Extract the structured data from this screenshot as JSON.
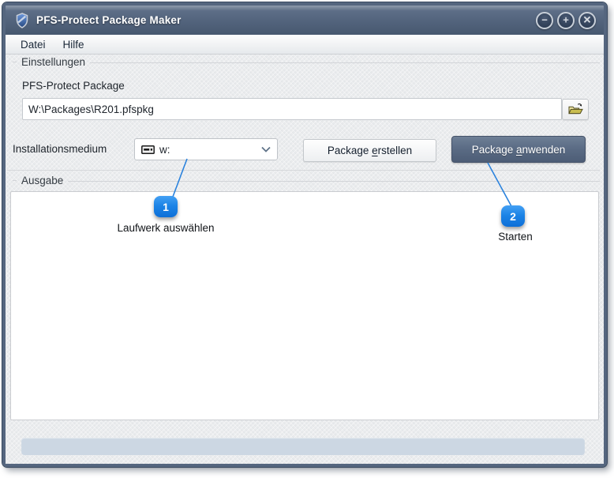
{
  "window": {
    "title": "PFS-Protect Package Maker",
    "controls": {
      "minimize": "−",
      "maximize": "+",
      "close": "✕"
    }
  },
  "menu": {
    "items": [
      {
        "label": "Datei"
      },
      {
        "label": "Hilfe"
      }
    ]
  },
  "settings": {
    "legend": "Einstellungen",
    "package_label": "PFS-Protect Package",
    "package_path": "W:\\Packages\\R201.pfspkg",
    "medium_label": "Installationsmedium",
    "drive_value": "w:",
    "create_button": {
      "pre": "Package ",
      "key": "e",
      "post": "rstellen"
    },
    "apply_button": {
      "pre": "Package ",
      "key": "a",
      "post": "nwenden"
    }
  },
  "output": {
    "legend": "Ausgabe"
  },
  "callouts": [
    {
      "number": "1",
      "label": "Laufwerk auswählen"
    },
    {
      "number": "2",
      "label": "Starten"
    }
  ],
  "colors": {
    "titlebar": "#52637c",
    "frame": "#55667f",
    "accent_blue": "#1b7fe0",
    "apply_button": "#5b6c85",
    "progress": "#ccd7e3"
  }
}
